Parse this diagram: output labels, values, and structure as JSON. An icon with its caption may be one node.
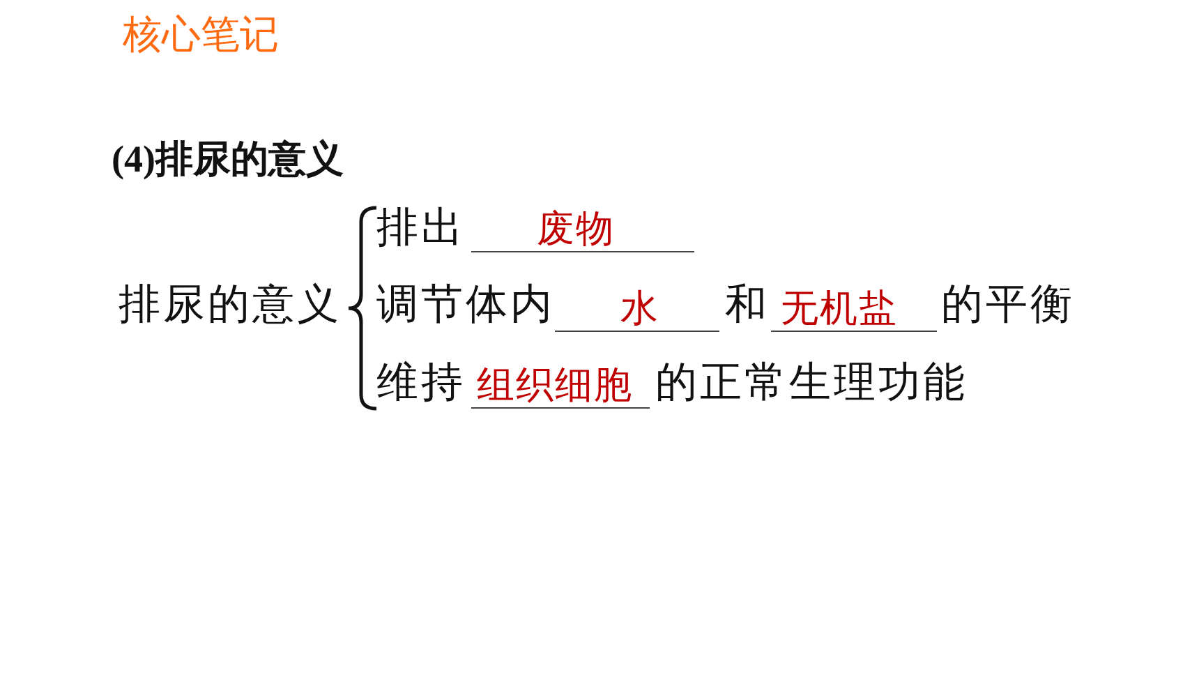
{
  "diagram": {
    "title": "核心笔记",
    "labels": [
      "(4)排尿的意义",
      "排尿的意义",
      "排出",
      "废物",
      "调节体内",
      "水",
      "和",
      "无机盐",
      "的平衡",
      "维持",
      "组织细胞",
      "的正常生理功能"
    ]
  }
}
